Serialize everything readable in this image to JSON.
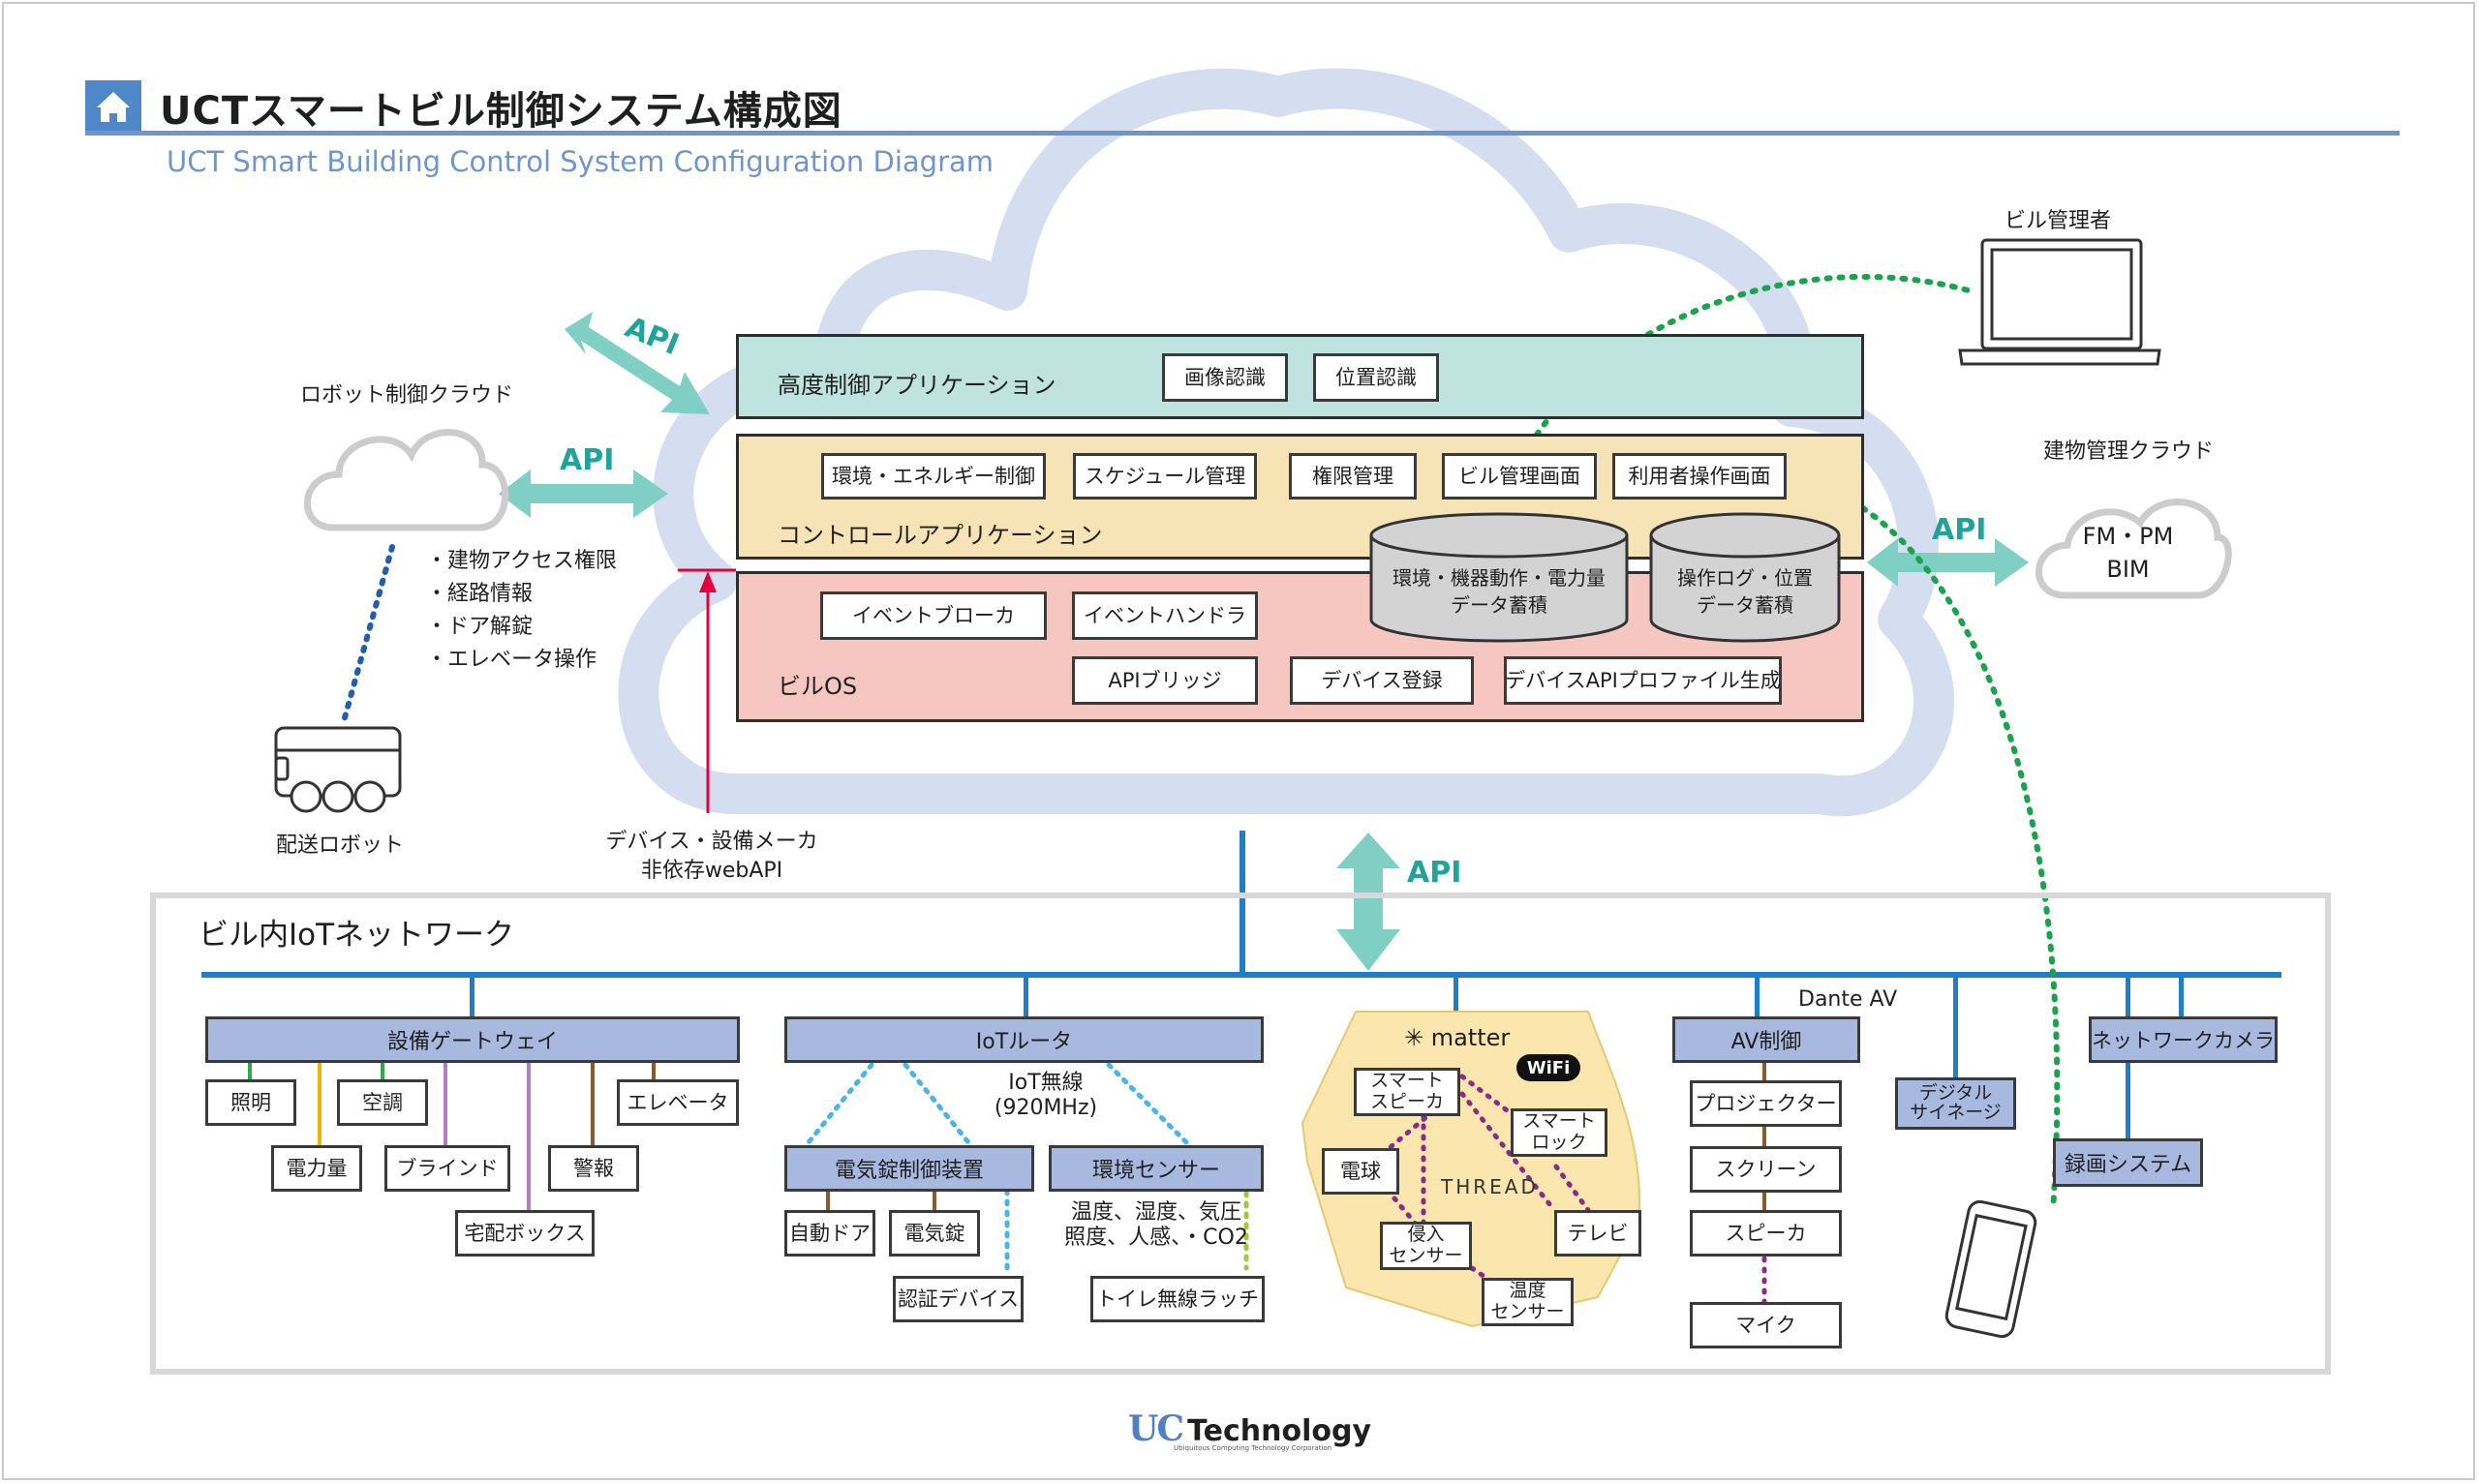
{
  "header": {
    "title": "UCTスマートビル制御システム構成図",
    "subtitle": "UCT Smart Building Control System Configuration Diagram"
  },
  "colors": {
    "accent_blue": "#1f7ec6",
    "cloud": "#d4def0",
    "api_teal": "#7fcfc4",
    "green_dots": "#19a34a",
    "red": "#e4003a",
    "layer_advanced": "#bfe4df",
    "layer_control": "#f7e4b6",
    "layer_os": "#f6c7c0",
    "header_blue": "#a8b9df"
  },
  "cloud_layers": {
    "advanced": {
      "label": "高度制御アプリケーション",
      "boxes": [
        "画像認識",
        "位置認識"
      ]
    },
    "control": {
      "label": "コントロールアプリケーション",
      "boxes": [
        "環境・エネルギー制御",
        "スケジュール管理",
        "権限管理",
        "ビル管理画面",
        "利用者操作画面"
      ]
    },
    "os": {
      "label": "ビルOS",
      "boxes": [
        "イベントブローカ",
        "イベントハンドラ",
        "APIブリッジ",
        "デバイス登録",
        "デバイスAPIプロファイル生成"
      ]
    },
    "databases": [
      {
        "line1": "環境・機器動作・電力量",
        "line2": "データ蓄積"
      },
      {
        "line1": "操作ログ・位置",
        "line2": "データ蓄積"
      }
    ]
  },
  "api_label": "API",
  "robot": {
    "cloud_label": "ロボット制御クラウド",
    "features": [
      "・建物アクセス権限",
      "・経路情報",
      "・ドア解錠",
      "・エレベータ操作"
    ],
    "device_label": "配送ロボット"
  },
  "webapi_label": {
    "line1": "デバイス・設備メーカ",
    "line2": "非依存webAPI"
  },
  "manager_label": "ビル管理者",
  "building_cloud": {
    "label": "建物管理クラウド",
    "line1": "FM・PM",
    "line2": "BIM"
  },
  "network": {
    "title": "ビル内IoTネットワーク",
    "dante_label": "Dante AV",
    "gateway": {
      "header": "設備ゲートウェイ",
      "devices": [
        "照明",
        "空調",
        "エレベータ",
        "電力量",
        "ブラインド",
        "警報",
        "宅配ボックス"
      ]
    },
    "router": {
      "header": "IoTルータ",
      "wireless_line1": "IoT無線",
      "wireless_line2": "(920MHz)",
      "lock_controller": "電気錠制御装置",
      "env_sensor": "環境センサー",
      "sensor_line1": "温度、湿度、気圧",
      "sensor_line2": "照度、人感、・CO2",
      "devices": [
        "自動ドア",
        "電気錠",
        "認証デバイス",
        "トイレ無線ラッチ"
      ]
    },
    "matter": {
      "logo": "matter",
      "wifi": "WiFi",
      "thread": "THREAD",
      "speaker": {
        "line1": "スマート",
        "line2": "スピーカ"
      },
      "lock": {
        "line1": "スマート",
        "line2": "ロック"
      },
      "bulb": "電球",
      "tv": "テレビ",
      "intrusion": {
        "line1": "侵入",
        "line2": "センサー"
      },
      "temp": {
        "line1": "温度",
        "line2": "センサー"
      }
    },
    "av": {
      "header": "AV制御",
      "devices": [
        "プロジェクター",
        "スクリーン",
        "スピーカ",
        "マイク"
      ]
    },
    "signage": {
      "line1": "デジタル",
      "line2": "サイネージ"
    },
    "camera": "ネットワークカメラ",
    "recorder": "録画システム"
  },
  "footer": {
    "logo": "UC",
    "name": "Technology",
    "tagline": "Ubiquitous Computing Technology Corporation"
  }
}
